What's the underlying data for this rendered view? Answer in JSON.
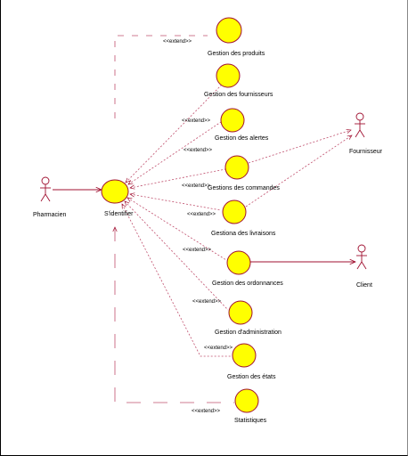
{
  "actors": {
    "pharmacien": "Pharmacien",
    "fournisseur": "Fournisseur",
    "client": "Client"
  },
  "use_cases": {
    "sidentifier": "S'identifier",
    "gestion_produits": "Gestion des produits",
    "gestion_fournisseurs": "Gestion des fournisseurs",
    "gestion_alertes": "Gestion des alertes",
    "gestion_commandes": "Gestions des commandes",
    "gestion_livraisons": "Gestiona des livraisons",
    "gestion_ordonnances": "Gestion des ordonnances",
    "gestion_administration": "Gestion d'administration",
    "gestion_etats": "Gestion des états",
    "statistiques": "Statistiques"
  },
  "stereotypes": {
    "extend": "<<extend>>"
  },
  "colors": {
    "use_case_fill": "#ffff00",
    "line": "#a01030"
  }
}
